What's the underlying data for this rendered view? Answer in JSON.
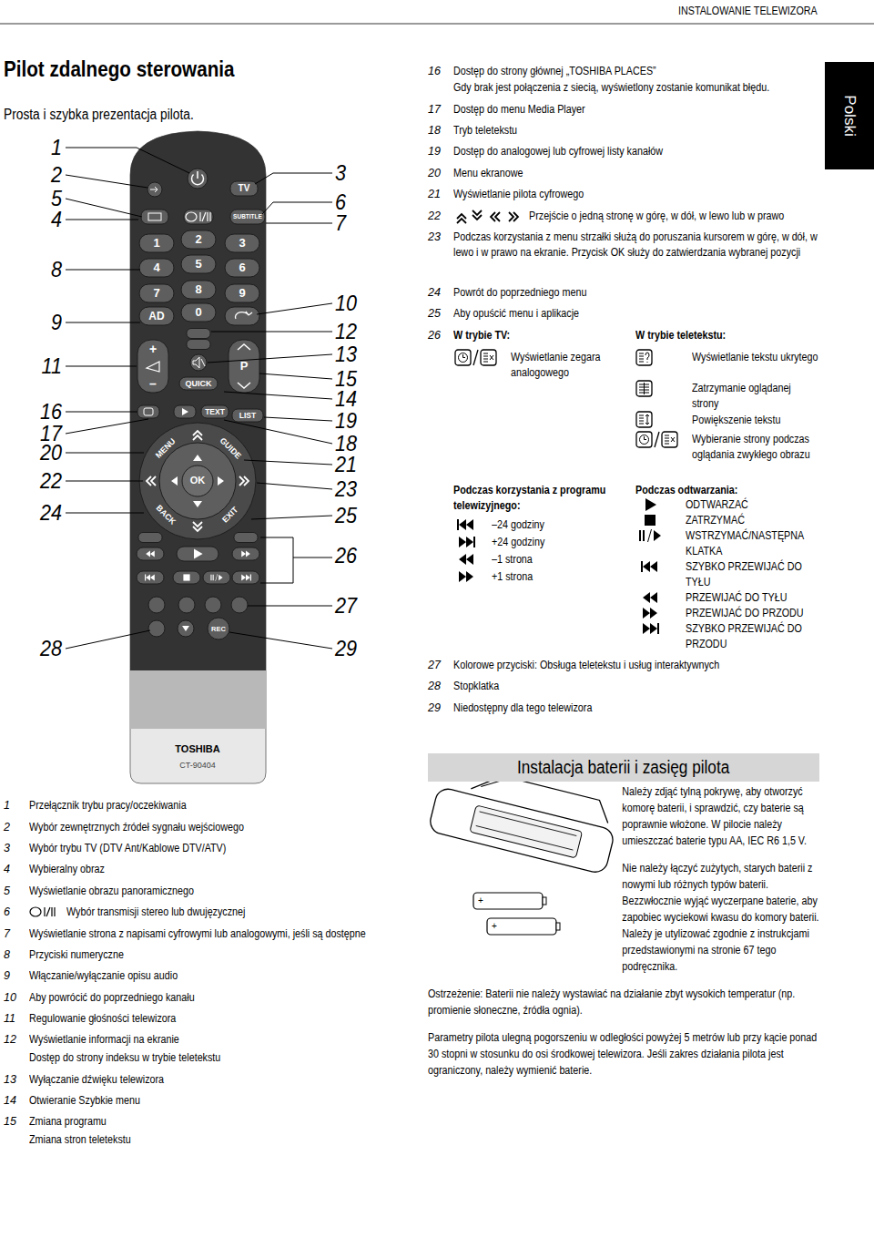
{
  "diagram": {
    "title": "Pilot zdalnego sterowania",
    "nodes": [
      {
        "text": [
          "Polski"
        ]
      },
      {
        "text": [
          "Instalacja baterii i zasięg pilota"
        ]
      }
    ],
    "labels": [
      "INSTALOWANIE TELEWIZORA",
      "Prosta i szybka prezentacja pilota.",
      "1",
      "2",
      "5",
      "4",
      "8",
      "9",
      "11",
      "16",
      "17",
      "20",
      "22",
      "24",
      "28",
      "3",
      "6",
      "7",
      "10",
      "12",
      "13",
      "15",
      "14",
      "19",
      "18",
      "21",
      "23",
      "25",
      "26",
      "27",
      "29",
      "TV",
      "SUBTITLE",
      "1",
      "2",
      "3",
      "4",
      "5",
      "6",
      "7",
      "8",
      "9",
      "AD",
      "0",
      "+",
      "–",
      "P",
      "QUICK",
      "TEXT",
      "LIST",
      "MENU",
      "GUIDE",
      "OK",
      "BACK",
      "EXIT",
      "REC",
      "TOSHIBA",
      "CT-90404",
      "1",
      "Przełącznik trybu pracy/oczekiwania",
      "2",
      "Wybór zewnętrznych źródeł sygnału wejściowego",
      "3",
      "Wybór trybu TV (DTV Ant/Kablowe DTV/ATV)",
      "4",
      "Wybieralny obraz",
      "5",
      "Wyświetlanie obrazu panoramicznego",
      "6",
      "Wybór transmisji stereo lub dwujęzycznej",
      "7",
      "Wyświetlanie strona z napisami cyfrowymi lub analogowymi, jeśli są dostępne",
      "8",
      "Przyciski numeryczne",
      "9",
      "Włączanie/wyłączanie opisu audio",
      "10",
      "Aby powrócić do poprzedniego kanału",
      "11",
      "Regulowanie głośności telewizora",
      "12",
      "Wyświetlanie informacji na ekranie",
      "Dostęp do strony indeksu w trybie teletekstu",
      "13",
      "Wyłączanie dźwięku telewizora",
      "14",
      "Otwieranie Szybkie menu",
      "15",
      "Zmiana programu",
      "Zmiana stron teletekstu",
      "16",
      "Dostęp do strony głównej „TOSHIBA PLACES”",
      "Gdy brak jest połączenia z siecią, wyświetlony zostanie komunikat błędu.",
      "17",
      "Dostęp do menu Media Player",
      "18",
      "Tryb teletekstu",
      "19",
      "Dostęp do analogowej lub cyfrowej listy kanałów",
      "20",
      "Menu ekranowe",
      "21",
      "Wyświetlanie pilota cyfrowego",
      "22",
      "Przejście o jedną stronę w górę, w dół, w lewo lub w prawo",
      "23",
      "Podczas korzystania z menu strzałki służą do poruszania kursorem w górę, w dół, w lewo i w prawo na ekranie. Przycisk OK służy do zatwierdzania wybranej pozycji",
      "24",
      "Powrót do poprzedniego menu",
      "25",
      "Aby opuścić menu i aplikacje",
      "26",
      "W trybie TV:",
      "Wyświetlanie zegara analogowego",
      "W trybie teletekstu:",
      "Wyświetlanie tekstu ukrytego",
      "Zatrzymanie oglądanej strony",
      "Powiększenie tekstu",
      "Wybieranie strony podczas oglądania zwykłego obrazu",
      "Podczas korzystania z programu telewizyjnego:",
      "–24 godziny",
      "+24 godziny",
      "–1 strona",
      "+1 strona",
      "Podczas odtwarzania:",
      "ODTWARZAĆ",
      "ZATRZYMAĆ",
      "WSTRZYMAĆ/NASTĘPNA KLATKA",
      "SZYBKO PRZEWIJAĆ DO TYŁU",
      "PRZEWIJAĆ DO TYŁU",
      "PRZEWIJAĆ DO PRZODU",
      "SZYBKO PRZEWIJAĆ DO PRZODU",
      "27",
      "Kolorowe przyciski: Obsługa teletekstu i usług interaktywnych",
      "28",
      "Stopklatka",
      "29",
      "Niedostępny dla tego telewizora",
      "Należy zdjąć tylną pokrywę, aby otworzyć komorę baterii, i sprawdzić, czy baterie są poprawnie włożone. W pilocie należy umieszczać baterie typu AA, IEC R6 1,5 V.",
      "Nie należy łączyć zużytych, starych baterii z nowymi lub różnych typów baterii. Bezzwłocznie wyjąć wyczerpane baterie, aby zapobiec wyciekowi kwasu do komory baterii. Należy je utylizować zgodnie z instrukcjami przedstawionymi na stronie 67 tego podręcznika.",
      "Ostrzeżenie: Baterii nie należy wystawiać na działanie zbyt wysokich temperatur (np. promienie słoneczne, źródła ognia).",
      "Parametry pilota ulegną pogorszeniu w odległości powyżej 5 metrów lub przy kącie ponad 30 stopni w stosunku do osi środkowej telewizora. Jeśli zakres działania pilota jest ograniczony, należy wymienić baterie.",
      "+",
      "+"
    ]
  }
}
